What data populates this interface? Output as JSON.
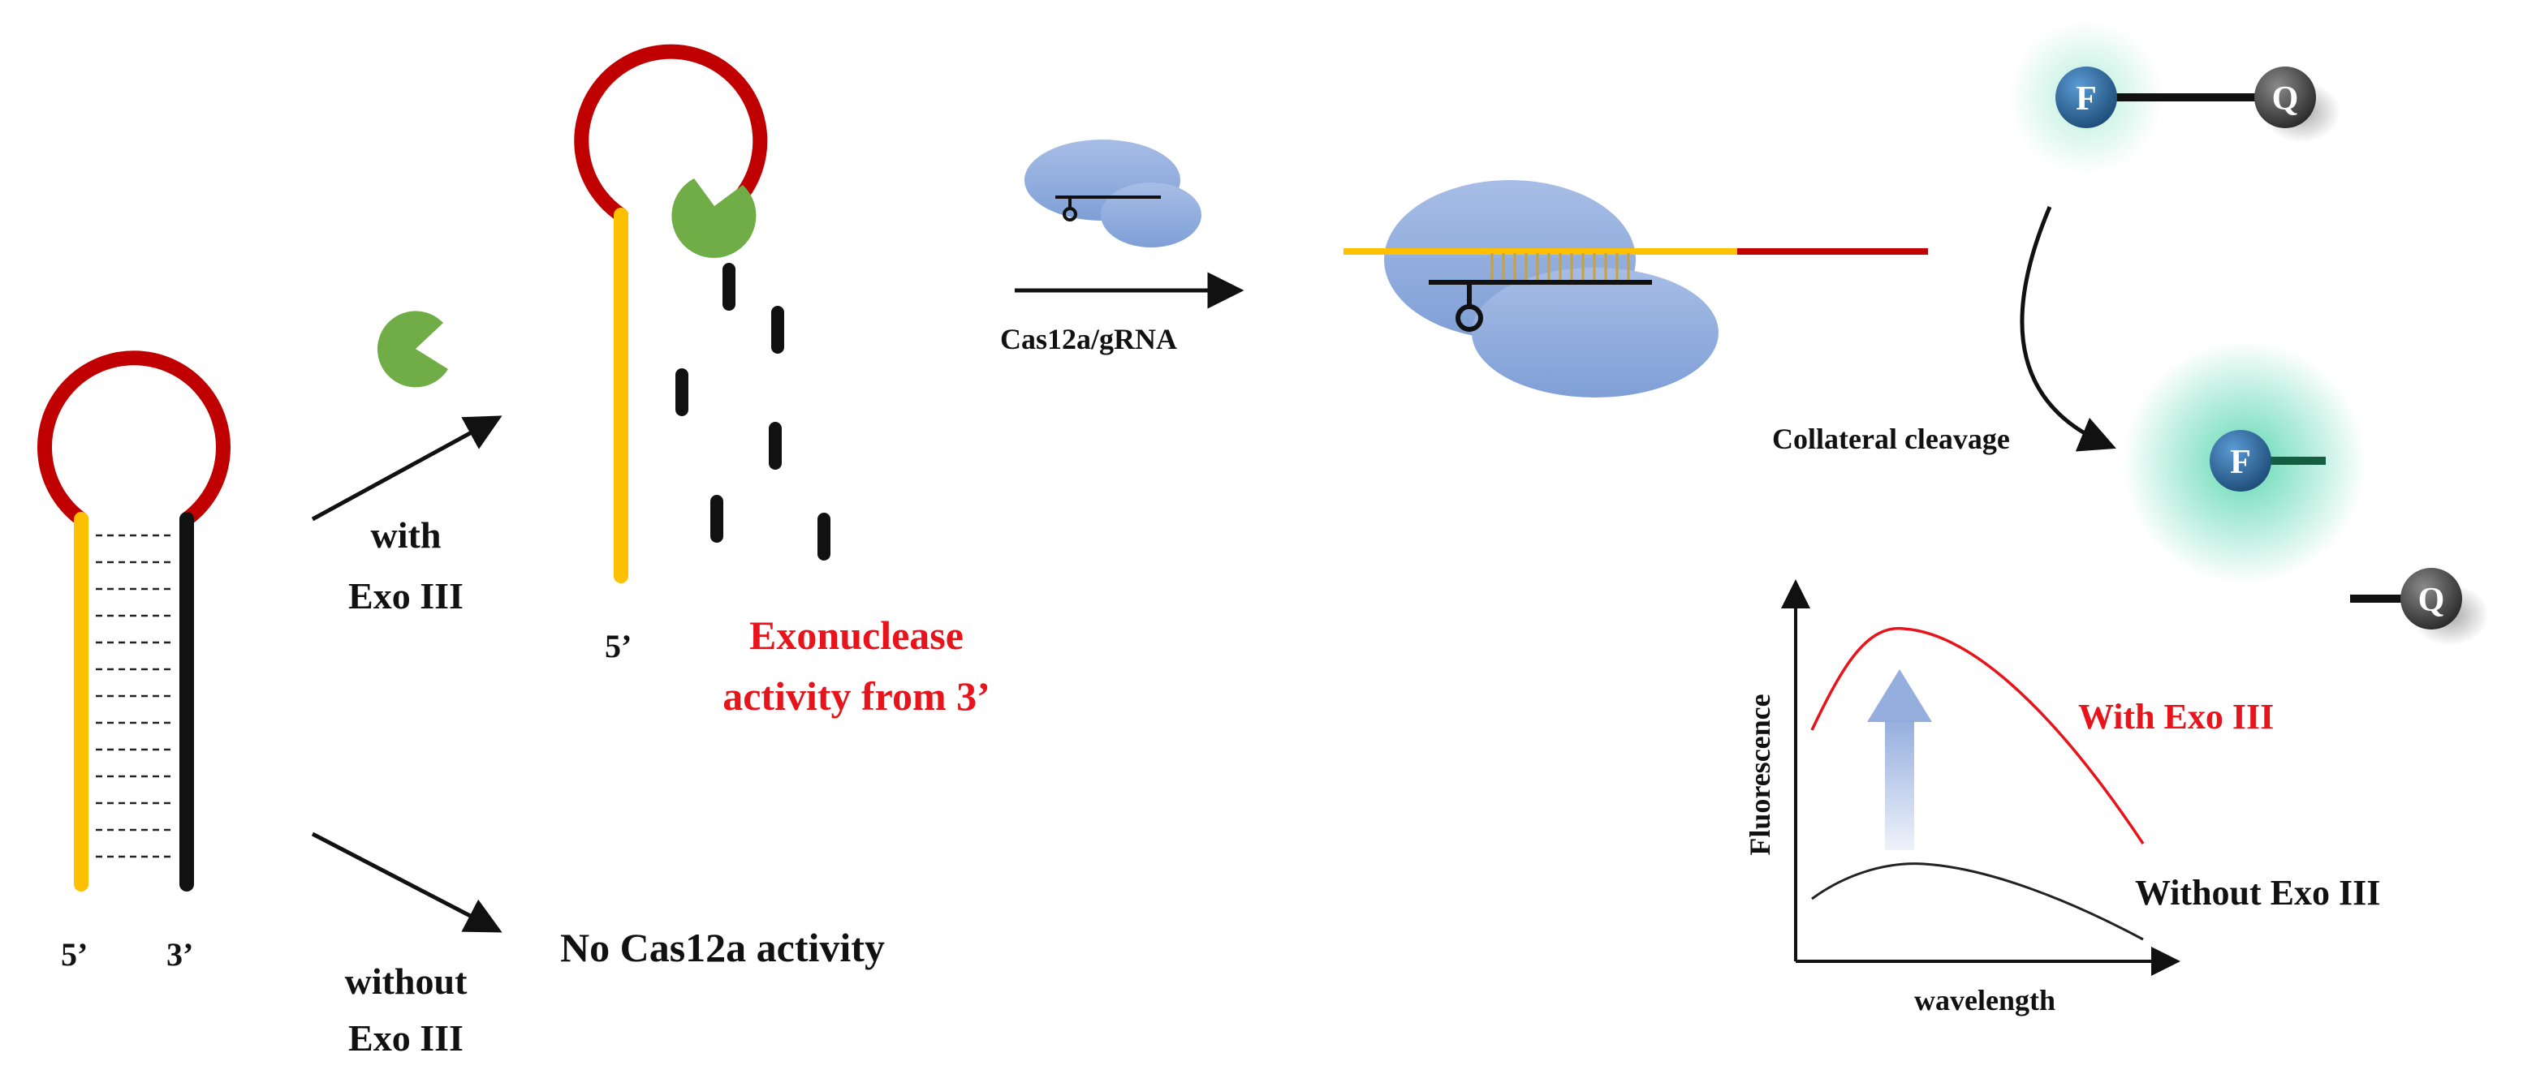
{
  "labels": {
    "five_prime": "5’",
    "three_prime": "3’",
    "with_exo_1": "with",
    "with_exo_2": "Exo III",
    "without_exo_1": "without",
    "without_exo_2": "Exo III",
    "no_activity": "No Cas12a activity",
    "exonuclease_1": "Exonuclease",
    "exonuclease_2": "activity from 3’",
    "cas12a_grna": "Cas12a/gRNA",
    "collateral_cleavage": "Collateral cleavage",
    "fluorophore": "F",
    "quencher": "Q"
  },
  "plot": {
    "ylabel": "Fluorescence",
    "xlabel": "wavelength",
    "series": [
      {
        "name": "With Exo III",
        "color": "#e8141b"
      },
      {
        "name": "Without Exo III",
        "color": "#222222"
      }
    ]
  },
  "colors": {
    "loop": "#c00000",
    "strand_5prime": "#ffc000",
    "strand_3prime": "#111111",
    "exonuclease": "#70ad47",
    "cas12a": "#8faadc",
    "fluorophore": "#1f4e79",
    "quencher": "#3a3a3a",
    "glow": "#2ecc9a"
  }
}
